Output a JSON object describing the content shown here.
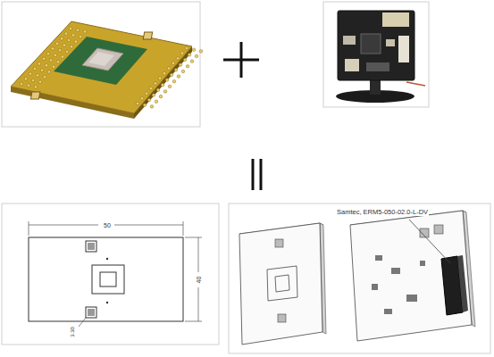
{
  "diagram": {
    "labels": [
      "50",
      "40",
      "3.30",
      "Samtec, ERM5-050-02.0-L-DV"
    ]
  }
}
